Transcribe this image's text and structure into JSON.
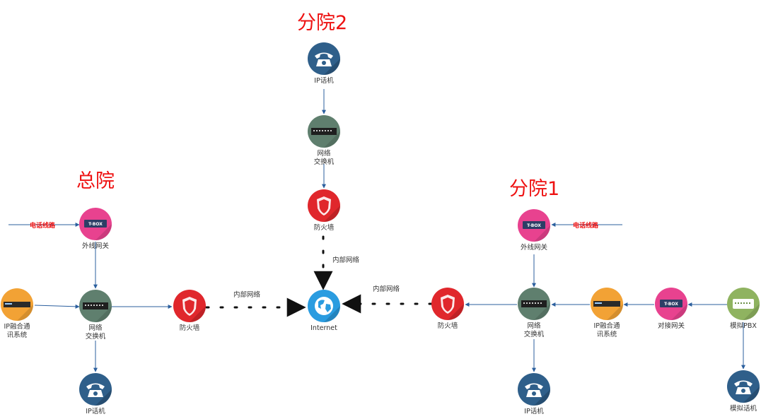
{
  "regions": {
    "hq": "总院",
    "branch1": "分院1",
    "branch2": "分院2"
  },
  "colors": {
    "phone": "#2f5f8a",
    "switch": "#5f7f6e",
    "firewall": "#e0272c",
    "tbox": "#e8428f",
    "ipcomm": "#f2a235",
    "pbx": "#8fb360",
    "internet": "#2a9ce0",
    "region_text": "#ee1111",
    "arrow": "#2b5f9e"
  },
  "nodes": {
    "hq_gateway": {
      "label": "外线网关",
      "icon": "tbox-icon",
      "badge": "T-BOX"
    },
    "hq_ipcomm": {
      "label": "IP融合通\n讯系统",
      "icon": "server-icon"
    },
    "hq_switch": {
      "label": "网络\n交换机",
      "icon": "switch-icon"
    },
    "hq_firewall": {
      "label": "防火墙",
      "icon": "firewall-icon"
    },
    "hq_phone": {
      "label": "IP话机",
      "icon": "phone-icon"
    },
    "internet": {
      "label": "Internet",
      "icon": "globe-icon"
    },
    "b2_phone": {
      "label": "IP话机",
      "icon": "phone-icon"
    },
    "b2_switch": {
      "label": "网络\n交换机",
      "icon": "switch-icon"
    },
    "b2_firewall": {
      "label": "防火墙",
      "icon": "firewall-icon"
    },
    "b1_gateway": {
      "label": "外线网关",
      "icon": "tbox-icon",
      "badge": "T-BOX"
    },
    "b1_firewall": {
      "label": "防火墙",
      "icon": "firewall-icon"
    },
    "b1_switch": {
      "label": "网络\n交换机",
      "icon": "switch-icon"
    },
    "b1_ipcomm": {
      "label": "IP融合通\n讯系统",
      "icon": "server-icon"
    },
    "b1_trunk": {
      "label": "对接网关",
      "icon": "tbox-icon",
      "badge": "T-BOX"
    },
    "b1_pbx": {
      "label": "模拟PBX",
      "icon": "pbx-icon"
    },
    "b1_phone": {
      "label": "IP话机",
      "icon": "phone-icon"
    },
    "b1_analog_phone": {
      "label": "模拟话机",
      "icon": "phone-icon"
    }
  },
  "link_labels": {
    "hq_phone_line": "电话线路",
    "b1_phone_line": "电话线路",
    "hq_internal": "内部网络",
    "b1_internal": "内部网络",
    "b2_internal": "内部网络"
  }
}
